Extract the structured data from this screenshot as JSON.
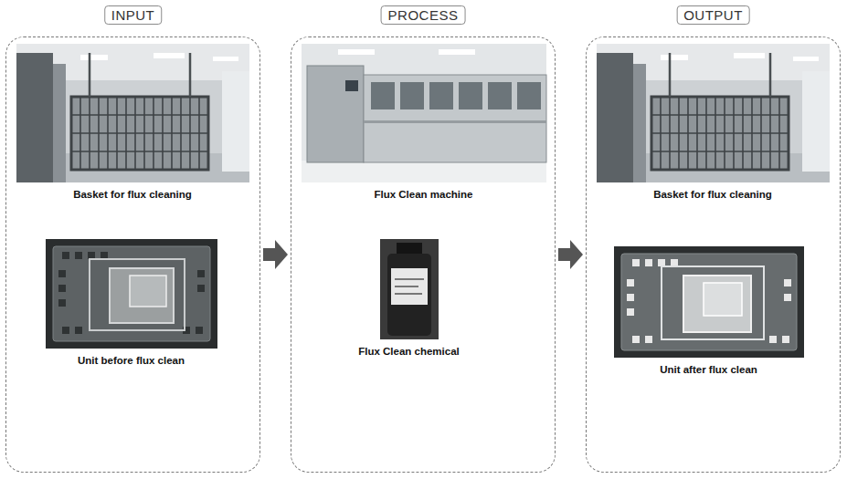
{
  "diagram": {
    "nodes": [
      {
        "text": [
          "INPUT"
        ]
      },
      {
        "text": [
          "Basket for flux cleaning"
        ],
        "in": 0
      },
      {
        "text": [
          "Unit before flux clean"
        ],
        "in": 0
      },
      {
        "text": [
          "PROCESS"
        ]
      },
      {
        "text": [
          "Flux Clean machine"
        ],
        "in": 3
      },
      {
        "text": [
          "Flux Clean chemical"
        ],
        "in": 3
      },
      {
        "text": [
          "OUTPUT"
        ]
      },
      {
        "text": [
          "Basket for flux cleaning"
        ],
        "in": 6
      },
      {
        "text": [
          "Unit after flux clean"
        ],
        "in": 6
      }
    ],
    "edges": [
      {
        "from": 0,
        "to": 3,
        "arrow": "to"
      },
      {
        "from": 3,
        "to": 6,
        "arrow": "to"
      }
    ]
  }
}
